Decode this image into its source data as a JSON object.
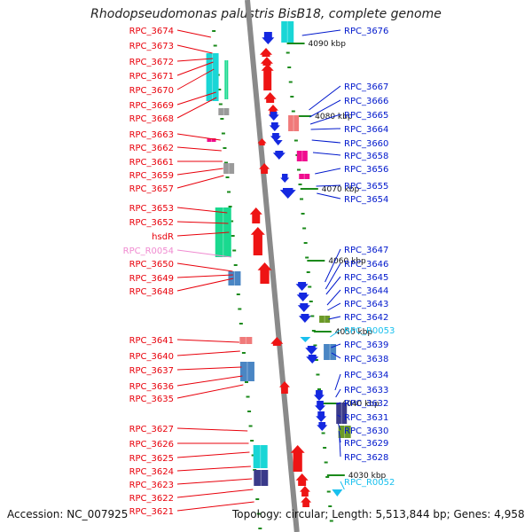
{
  "title": "Rhodopseudomonas palustris BisB18, complete genome",
  "footer": {
    "accession": "Accession: NC_007925",
    "topology": "Topology: circular; Length: 5,513,844 bp; Genes: 4,958"
  },
  "colors": {
    "left_label": "#e8000b",
    "right_label": "#0018cc",
    "rna_left_label": "#f08ad0",
    "rna_right_label": "#19c0ee",
    "backbone": "#8a8a8a",
    "tick": "#1b8a1b",
    "gene_red": "#ee1414",
    "gene_blue": "#1428e0",
    "cyan": "#19d6d6",
    "teal": "#1ad98f",
    "steel": "#4a86c4",
    "pink": "#f00d8f",
    "salmon": "#f07a7a",
    "olive": "#6b9a28",
    "navy": "#3a3a8a",
    "grey": "#9a9a9a"
  },
  "kbp_marks": [
    "4090 kbp",
    "4080 kbp",
    "4070 kbp",
    "4060 kbp",
    "4050 kbp",
    "4040 kbp",
    "4030 kbp"
  ],
  "left_labels": [
    "RPC_3674",
    "RPC_3673",
    "RPC_3672",
    "RPC_3671",
    "RPC_3670",
    "RPC_3669",
    "RPC_3668",
    "RPC_3663",
    "RPC_3662",
    "RPC_3661",
    "RPC_3659",
    "RPC_3657",
    "RPC_3653",
    "RPC_3652",
    "hsdR",
    "RPC_R0054",
    "RPC_3650",
    "RPC_3649",
    "RPC_3648",
    "RPC_3641",
    "RPC_3640",
    "RPC_3637",
    "RPC_3636",
    "RPC_3635",
    "RPC_3627",
    "RPC_3626",
    "RPC_3625",
    "RPC_3624",
    "RPC_3623",
    "RPC_3622",
    "RPC_3621"
  ],
  "right_labels": [
    "RPC_3676",
    "RPC_3667",
    "RPC_3666",
    "RPC_3665",
    "RPC_3664",
    "RPC_3660",
    "RPC_3658",
    "RPC_3656",
    "RPC_3655",
    "RPC_3654",
    "RPC_3647",
    "RPC_3646",
    "RPC_3645",
    "RPC_3644",
    "RPC_3643",
    "RPC_3642",
    "RPC_R0053",
    "RPC_3639",
    "RPC_3638",
    "RPC_3634",
    "RPC_3633",
    "RPC_3632",
    "RPC_3631",
    "RPC_3630",
    "RPC_3629",
    "RPC_3628",
    "RPC_R0052"
  ]
}
